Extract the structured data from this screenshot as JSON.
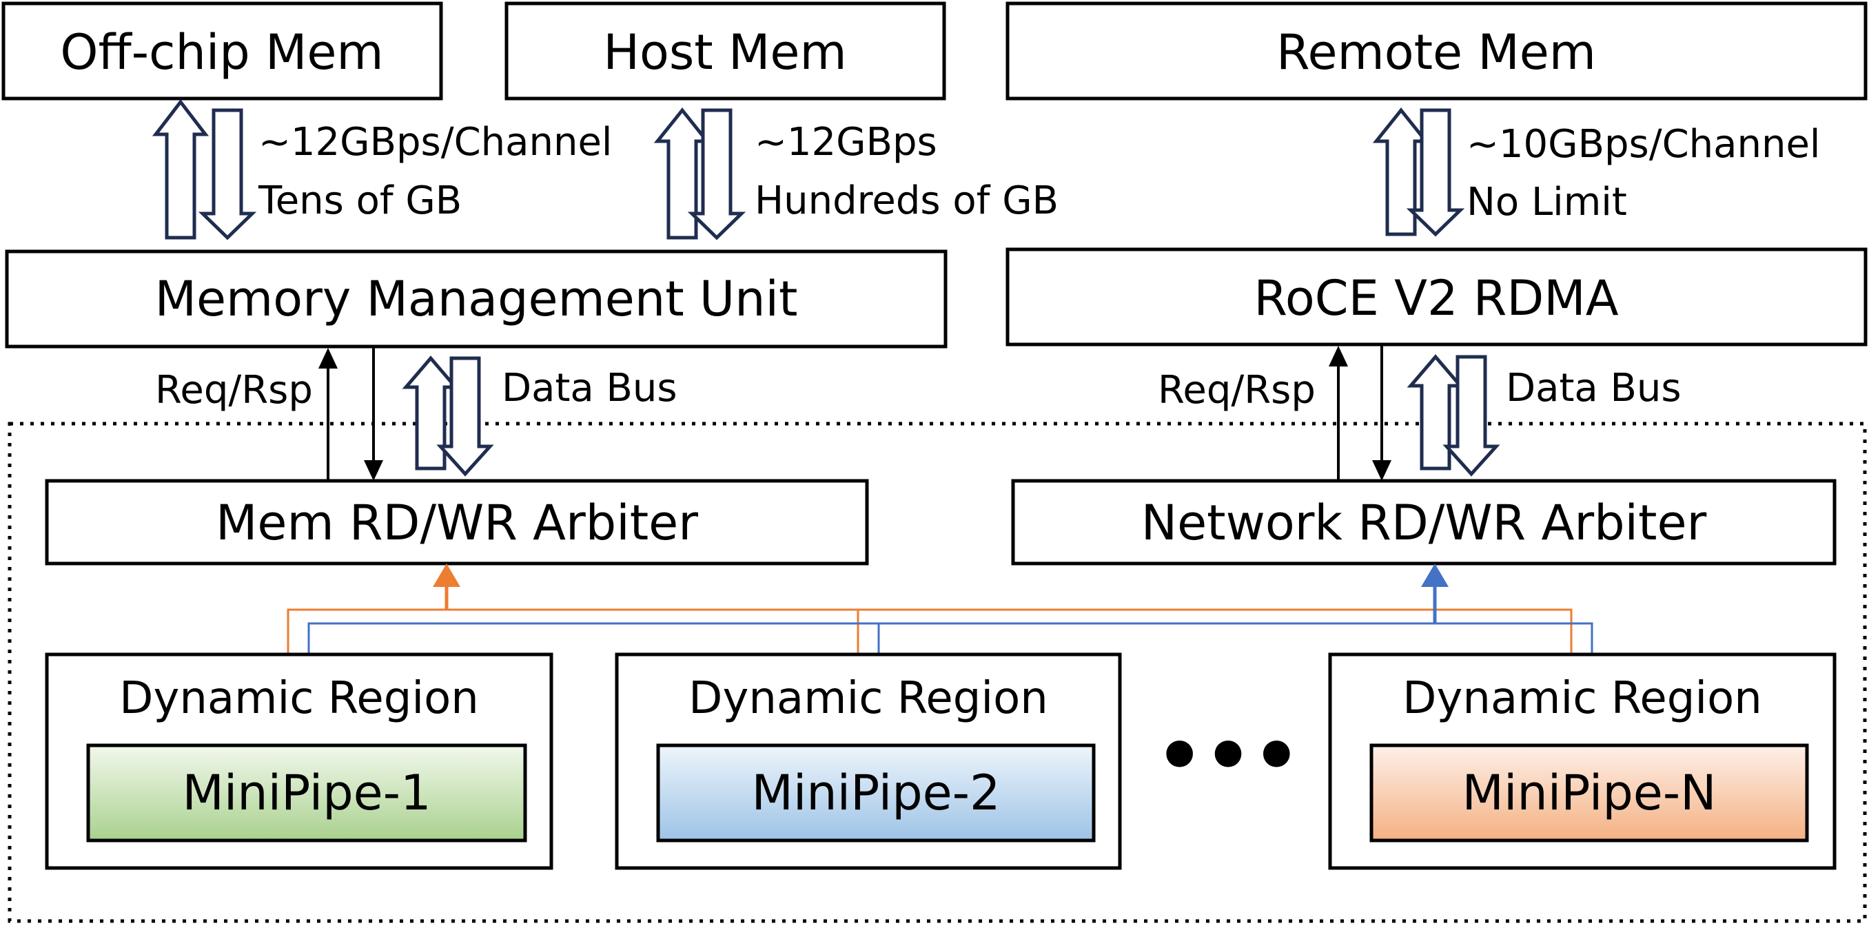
{
  "boxes": {
    "offchip_mem": "Off-chip Mem",
    "host_mem": "Host Mem",
    "remote_mem": "Remote Mem",
    "mmu": "Memory Management Unit",
    "rdma": "RoCE V2 RDMA",
    "mem_arbiter": "Mem RD/WR Arbiter",
    "net_arbiter": "Network RD/WR Arbiter"
  },
  "links": {
    "offchip_bw": "~12GBps/Channel",
    "offchip_cap": "Tens of GB",
    "host_bw": "~12GBps",
    "host_cap": "Hundreds of GB",
    "remote_bw": "~10GBps/Channel",
    "remote_cap": "No Limit",
    "mem_req": "Req/Rsp",
    "mem_data": "Data Bus",
    "net_req": "Req/Rsp",
    "net_data": "Data Bus"
  },
  "regions": [
    {
      "title": "Dynamic Region",
      "pipe": "MiniPipe-1"
    },
    {
      "title": "Dynamic Region",
      "pipe": "MiniPipe-2"
    },
    {
      "title": "Dynamic Region",
      "pipe": "MiniPipe-N"
    }
  ],
  "ellipsis": "•••",
  "colors": {
    "mem_route": "#ed7d31",
    "net_route": "#4472c4",
    "pipe1_fill": "#a9d18e",
    "pipe2_fill": "#9dc3e6",
    "pipeN_fill": "#f4b183",
    "fat_arrow_stroke": "#1f2d4f"
  }
}
